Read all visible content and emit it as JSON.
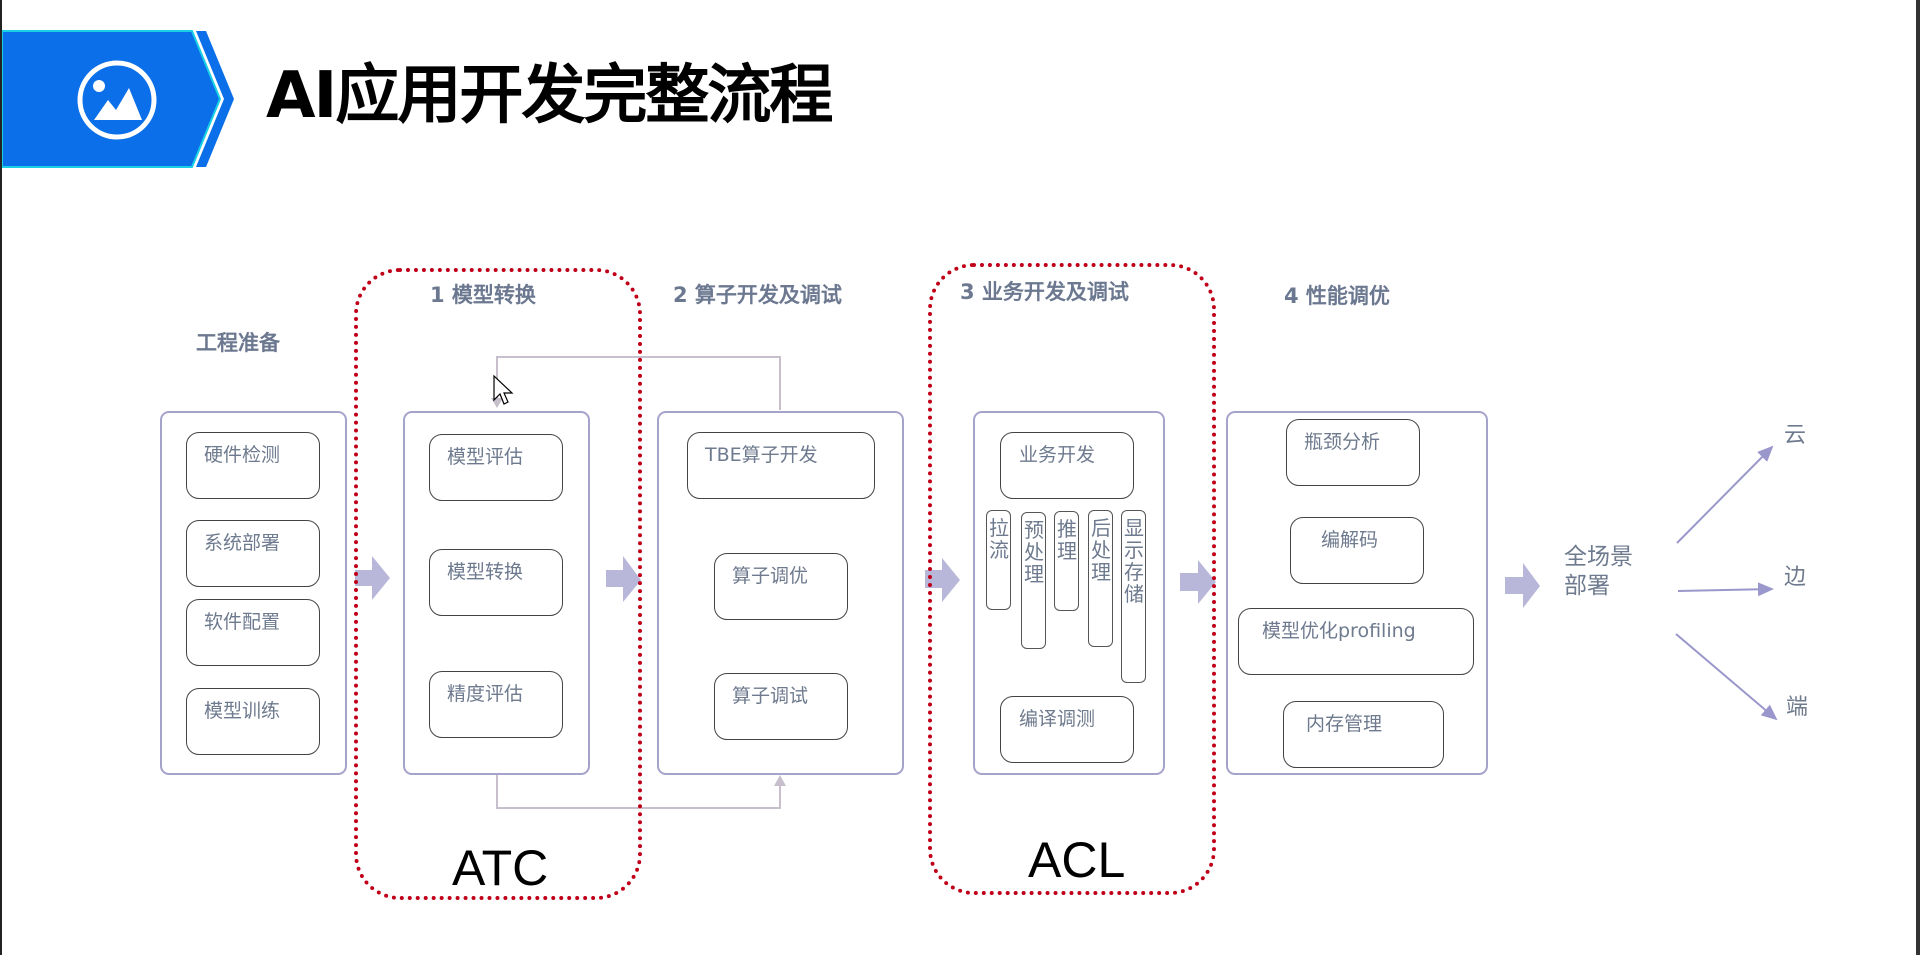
{
  "header": {
    "title": "AI应用开发完整流程",
    "icon": "image-icon",
    "banner_color": "#0a6fe8"
  },
  "colors": {
    "group_border": "#c00018",
    "panel_border": "#a6a3cb",
    "flow_arrow": "#b8b6d9",
    "connector": "#c7bfcc",
    "heading_text": "#6b7890"
  },
  "stages": {
    "prep": {
      "title": "工程准备",
      "items": [
        "硬件检测",
        "系统部署",
        "软件配置",
        "模型训练"
      ]
    },
    "model_conversion": {
      "title": "1 模型转换",
      "items": [
        "模型评估",
        "模型转换",
        "精度评估"
      ],
      "tool": "ATC"
    },
    "operator_dev": {
      "title": "2 算子开发及调试",
      "items": [
        "TBE算子开发",
        "算子调优",
        "算子调试"
      ]
    },
    "app_dev": {
      "title": "3 业务开发及调试",
      "top_item": "业务开发",
      "pipeline": [
        "拉流",
        "预处理",
        "推理",
        "后处理",
        "显示存储"
      ],
      "bottom_item": "编译调测",
      "tool": "ACL"
    },
    "perf_tuning": {
      "title": "4 性能调优",
      "items": [
        "瓶颈分析",
        "编解码",
        "模型优化profiling",
        "内存管理"
      ]
    }
  },
  "deployment": {
    "label": "全场景部署",
    "label_line1": "全场景",
    "label_line2": "部署",
    "targets": [
      "云",
      "边",
      "端"
    ]
  }
}
